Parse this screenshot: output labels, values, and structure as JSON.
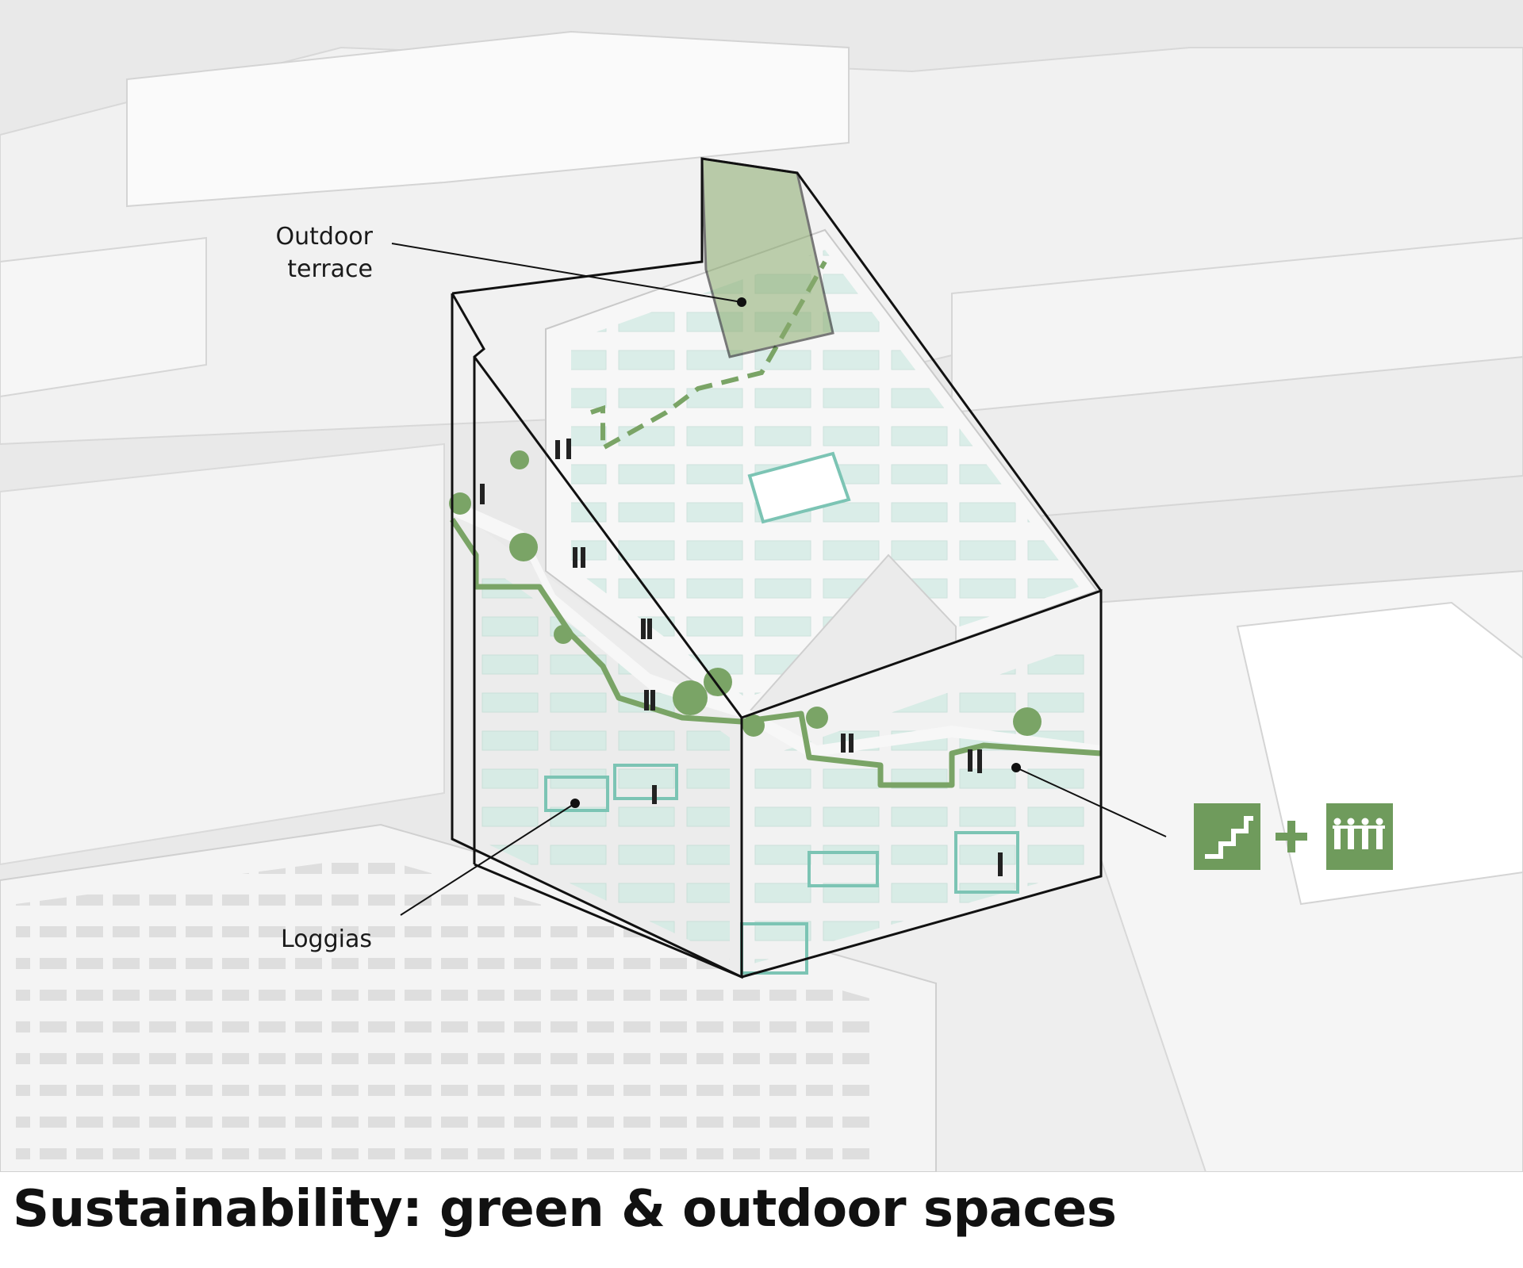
{
  "labels": {
    "outdoor_terrace_line1": "Outdoor",
    "outdoor_terrace_line2": "terrace",
    "loggias": "Loggias"
  },
  "caption": "Sustainability: green & outdoor spaces",
  "icons": [
    {
      "name": "stairs-icon"
    },
    {
      "name": "plus-icon"
    },
    {
      "name": "people-group-icon"
    }
  ],
  "colors": {
    "green_accent": "#7aa466",
    "icon_green": "#6f9b5c",
    "glass": "#cfe9e3",
    "outline": "#111111",
    "context": "#e4e4e4"
  }
}
